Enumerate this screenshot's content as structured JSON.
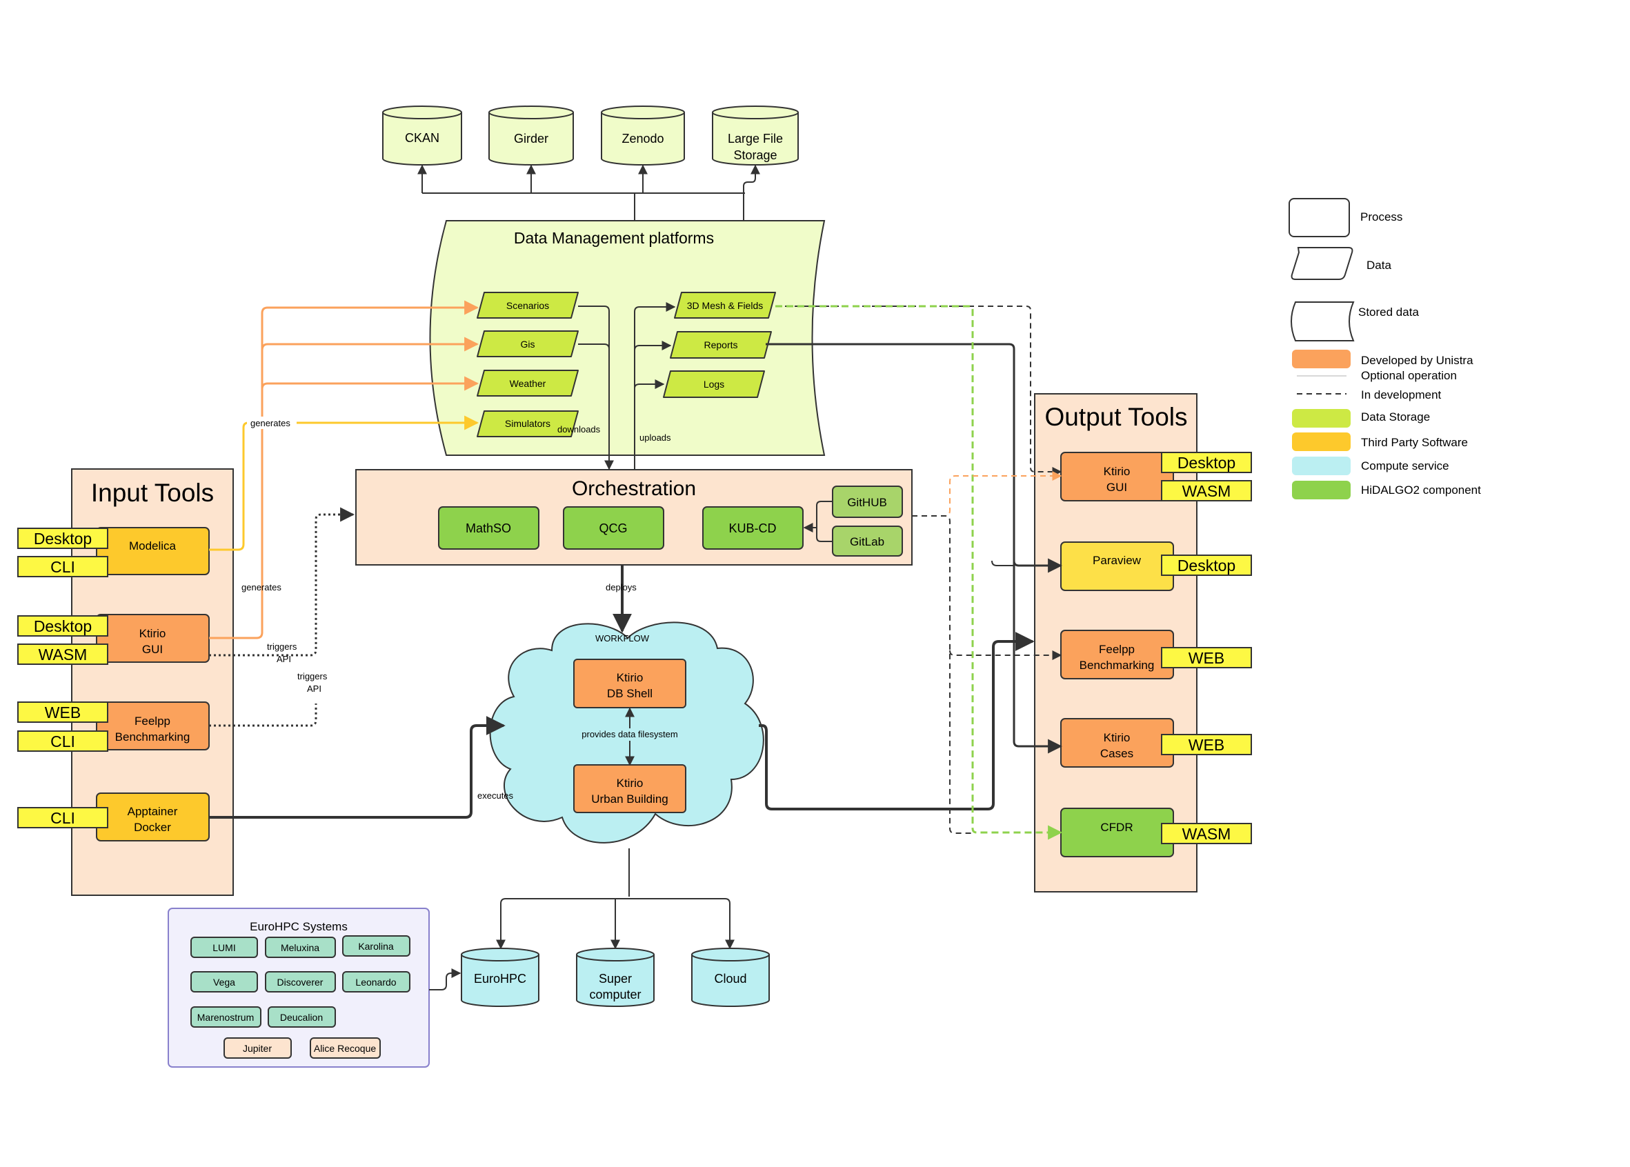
{
  "storage": {
    "ckan": "CKAN",
    "girder": "Girder",
    "zenodo": "Zenodo",
    "large_file_1": "Large File",
    "large_file_2": "Storage"
  },
  "data_management": {
    "title": "Data Management platforms",
    "scenarios": "Scenarios",
    "gis": "Gis",
    "weather": "Weather",
    "simulators": "Simulators",
    "mesh": "3D Mesh & Fields",
    "reports": "Reports",
    "logs": "Logs"
  },
  "input_tools": {
    "title": "Input Tools",
    "modelica": "Modelica",
    "ktirio_gui_1": "Ktirio",
    "ktirio_gui_2": "GUI",
    "feelpp_1": "Feelpp",
    "feelpp_2": "Benchmarking",
    "apptainer_1": "Apptainer",
    "apptainer_2": "Docker",
    "tag_desktop_1": "Desktop",
    "tag_cli_1": "CLI",
    "tag_desktop_2": "Desktop",
    "tag_wasm_2": "WASM",
    "tag_web_3": "WEB",
    "tag_cli_3": "CLI",
    "tag_cli_4": "CLI"
  },
  "orchestration": {
    "title": "Orchestration",
    "mathso": "MathSO",
    "qcg": "QCG",
    "kubcd": "KUB-CD",
    "github": "GitHUB",
    "gitlab": "GitLab"
  },
  "workflow": {
    "title": "WORKFLOW",
    "dbshell_1": "Ktirio",
    "dbshell_2": "DB Shell",
    "urban_1": "Ktirio",
    "urban_2": "Urban Building",
    "provides": "provides data filesystem"
  },
  "compute": {
    "eurohpc": "EuroHPC",
    "super_1": "Super",
    "super_2": "computer",
    "cloud": "Cloud"
  },
  "eurohpc_systems": {
    "title": "EuroHPC Systems",
    "items": [
      "LUMI",
      "Meluxina",
      "Karolina",
      "Vega",
      "Discoverer",
      "Leonardo",
      "Marenostrum",
      "Deucalion",
      "Jupiter",
      "Alice Recoque"
    ]
  },
  "output_tools": {
    "title": "Output Tools",
    "ktirio_gui_1": "Ktirio",
    "ktirio_gui_2": "GUI",
    "paraview": "Paraview",
    "feelpp_1": "Feelpp",
    "feelpp_2": "Benchmarking",
    "cases_1": "Ktirio",
    "cases_2": "Cases",
    "cfdr": "CFDR",
    "tag_desktop_1": "Desktop",
    "tag_wasm_1": "WASM",
    "tag_desktop_2": "Desktop",
    "tag_web_3": "WEB",
    "tag_web_4": "WEB",
    "tag_wasm_5": "WASM"
  },
  "labels": {
    "generates_1": "generates",
    "generates_2": "generates",
    "downloads": "downloads",
    "uploads": "uploads",
    "deploys": "deploys",
    "triggers_1a": "triggers",
    "triggers_1b": "API",
    "triggers_2a": "triggers",
    "triggers_2b": "API",
    "executes": "executes"
  },
  "legend": {
    "process": "Process",
    "data": "Data",
    "stored": "Stored data",
    "unistra": "Developed by Unistra",
    "optional": "Optional operation",
    "in_dev": "In development",
    "data_storage": "Data Storage",
    "third_party": "Third Party Software",
    "compute_service": "Compute service",
    "hidalgo": "HiDALGO2 component"
  },
  "colors": {
    "unistra_orange": "#fba25c",
    "third_party_yellow": "#fdc92c",
    "data_storage_green": "#cde944",
    "hidalgo_green": "#8ed24c",
    "compute_cyan": "#bbeff2",
    "tag_yellow": "#fdf844",
    "panel_peach": "#fde4cf",
    "storage_pale": "#f0fcc9"
  }
}
